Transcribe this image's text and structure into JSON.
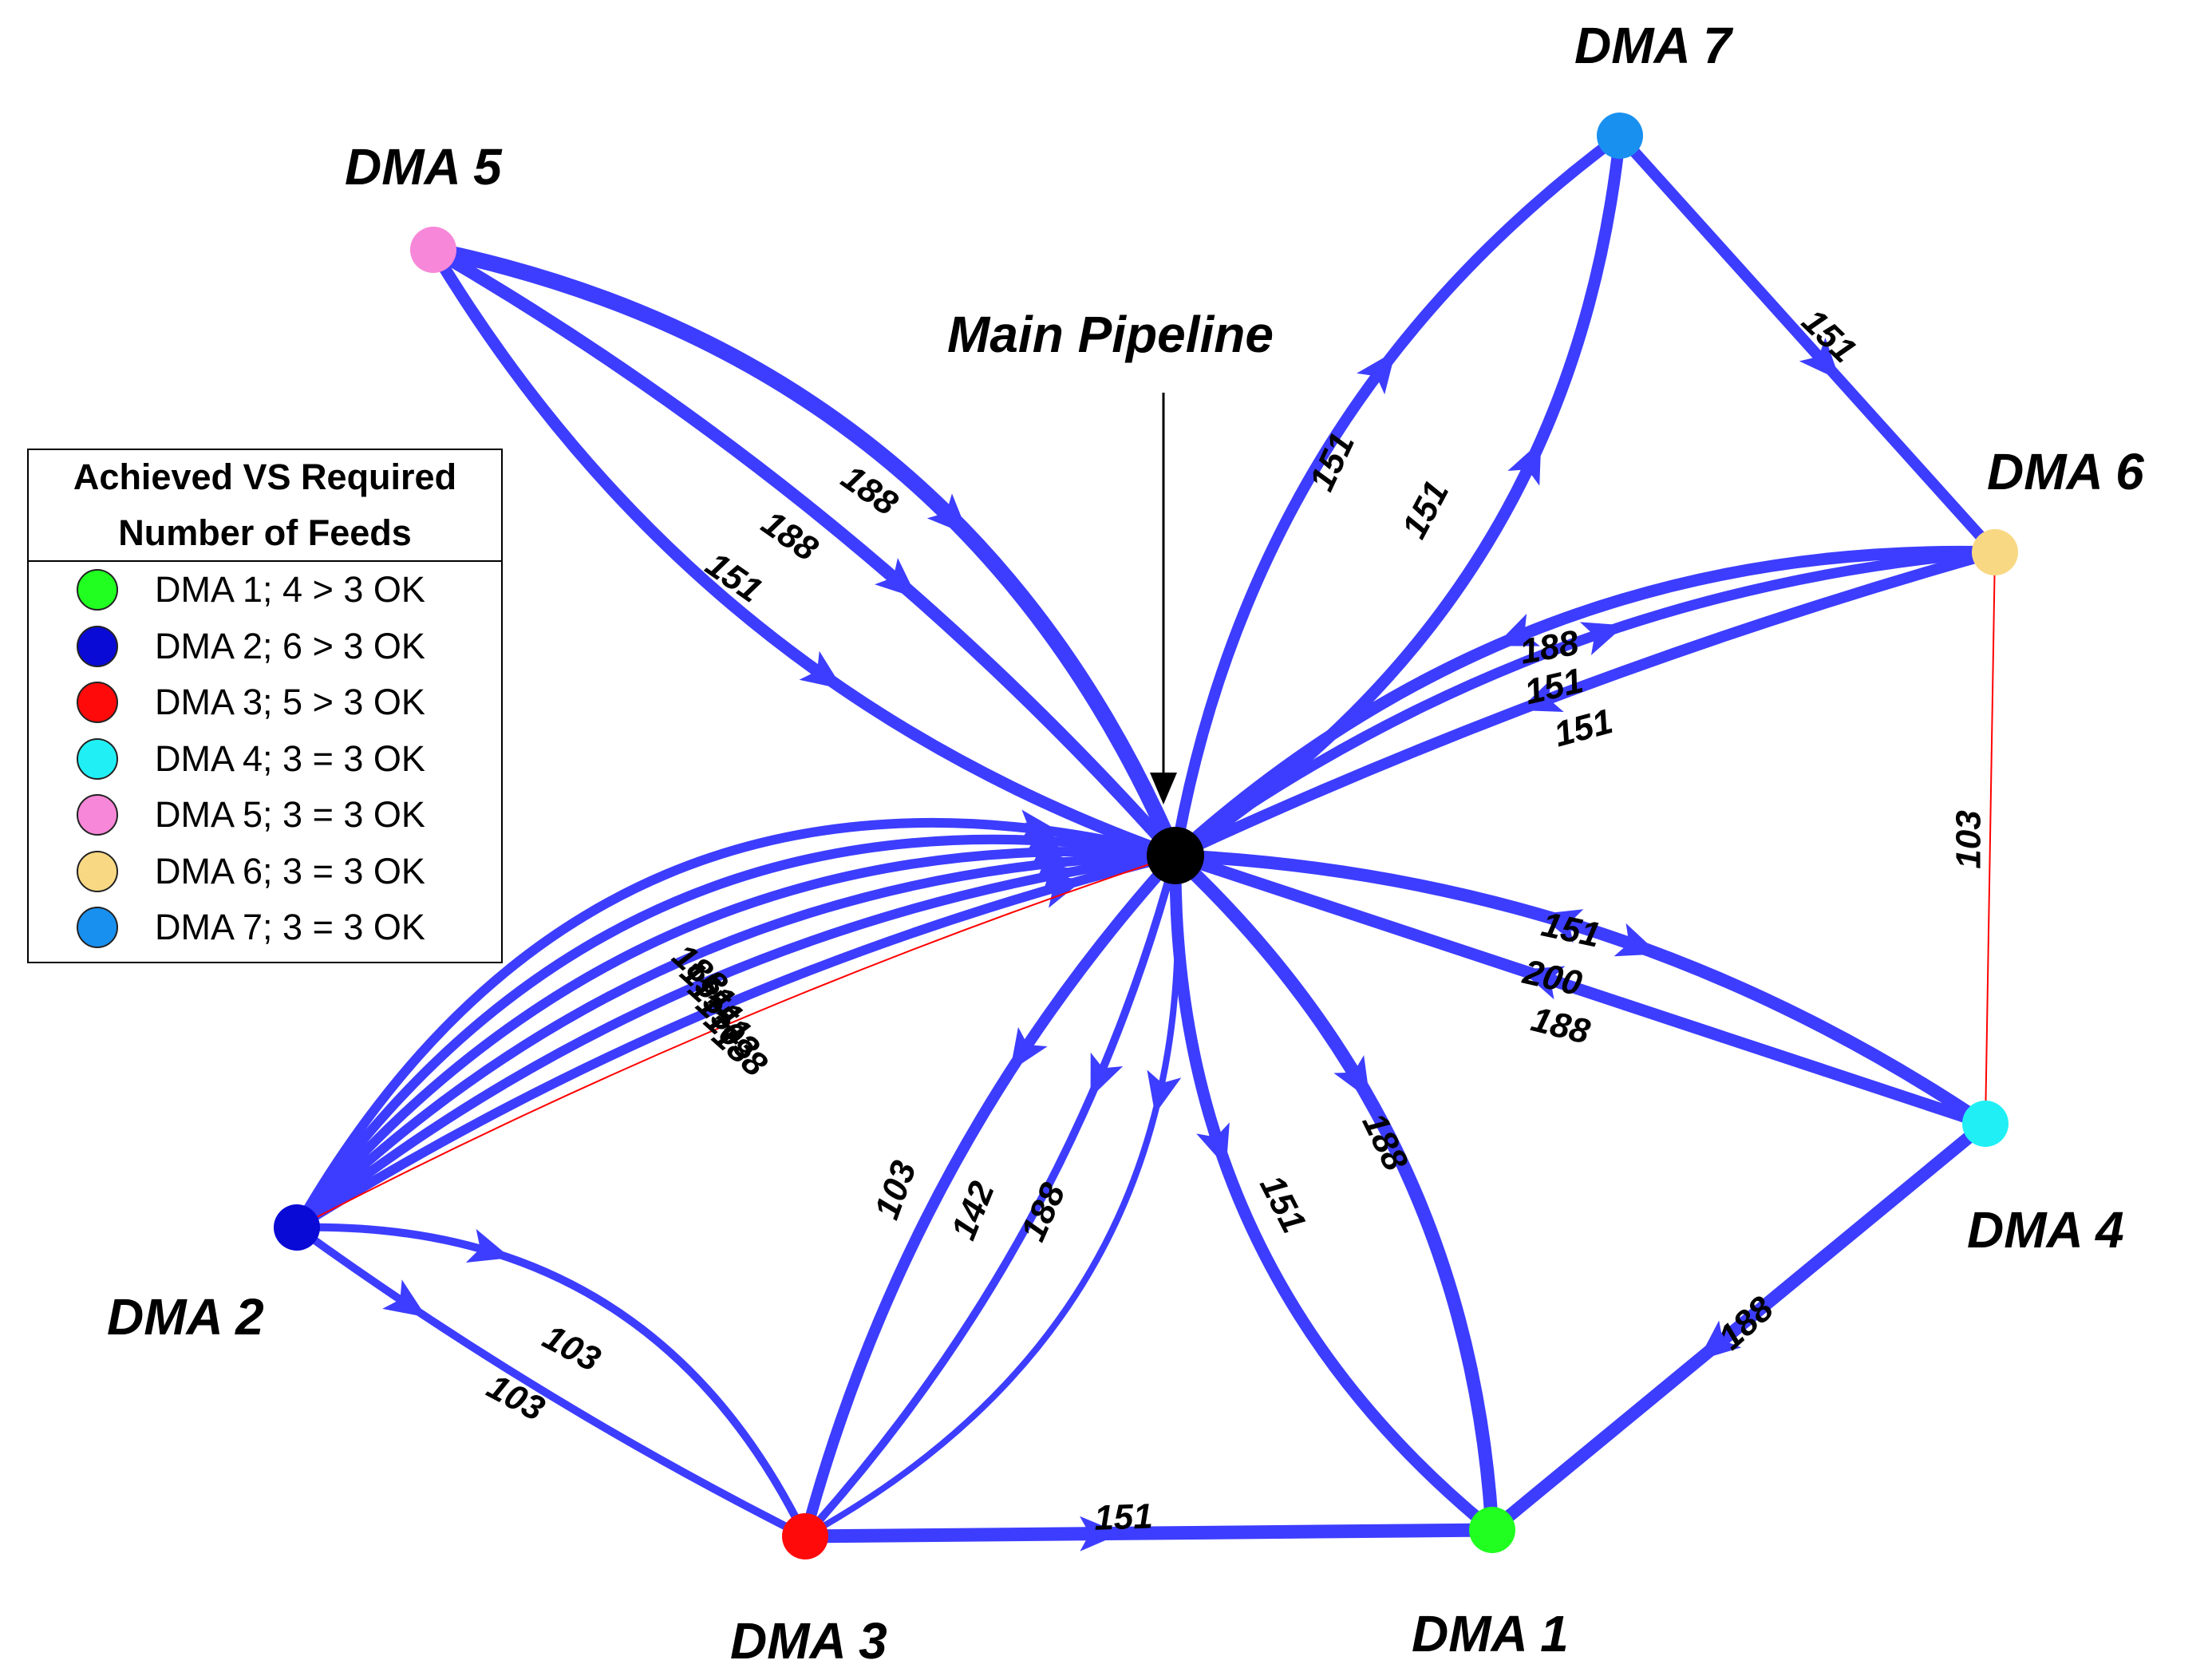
{
  "colors": {
    "edge": "#3d3dff",
    "edge_thin": "#ff0000",
    "pointer": "#000000"
  },
  "main": {
    "label": "Main Pipeline",
    "color": "#000000"
  },
  "nodes": [
    {
      "id": "dma1",
      "label": "DMA 1",
      "color": "#20ff20"
    },
    {
      "id": "dma2",
      "label": "DMA 2",
      "color": "#0a0ad6"
    },
    {
      "id": "dma3",
      "label": "DMA 3",
      "color": "#ff0a0a"
    },
    {
      "id": "dma4",
      "label": "DMA 4",
      "color": "#20f0f5"
    },
    {
      "id": "dma5",
      "label": "DMA 5",
      "color": "#f787d8"
    },
    {
      "id": "dma6",
      "label": "DMA 6",
      "color": "#f8d883"
    },
    {
      "id": "dma7",
      "label": "DMA 7",
      "color": "#1890f0"
    }
  ],
  "edges": [
    {
      "from": "dma5",
      "to": "main",
      "value": "188"
    },
    {
      "from": "dma5",
      "to": "main",
      "value": "188"
    },
    {
      "from": "dma5",
      "to": "main",
      "value": "151"
    },
    {
      "from": "main",
      "to": "dma7",
      "value": "151"
    },
    {
      "from": "main",
      "to": "dma7",
      "value": "151"
    },
    {
      "from": "dma7",
      "to": "dma6",
      "value": "151"
    },
    {
      "from": "dma6",
      "to": "main",
      "value": "188"
    },
    {
      "from": "dma6",
      "to": "main",
      "value": "151"
    },
    {
      "from": "main",
      "to": "dma6",
      "value": "151"
    },
    {
      "from": "dma6",
      "to": "dma4",
      "value": "103",
      "kind": "thin"
    },
    {
      "from": "dma4",
      "to": "main",
      "value": "151"
    },
    {
      "from": "dma4",
      "to": "main",
      "value": "200"
    },
    {
      "from": "main",
      "to": "dma4",
      "value": "188"
    },
    {
      "from": "dma4",
      "to": "dma1",
      "value": "188"
    },
    {
      "from": "main",
      "to": "dma1",
      "value": "151"
    },
    {
      "from": "main",
      "to": "dma1",
      "value": "188"
    },
    {
      "from": "dma3",
      "to": "dma1",
      "value": "151"
    },
    {
      "from": "main",
      "to": "dma3",
      "value": "103"
    },
    {
      "from": "main",
      "to": "dma3",
      "value": "142"
    },
    {
      "from": "main",
      "to": "dma3",
      "value": "188"
    },
    {
      "from": "dma2",
      "to": "dma3",
      "value": "103"
    },
    {
      "from": "dma2",
      "to": "dma3",
      "value": "103"
    },
    {
      "from": "dma2",
      "to": "main",
      "value": "188"
    },
    {
      "from": "dma2",
      "to": "main",
      "value": "151"
    },
    {
      "from": "dma2",
      "to": "main",
      "value": "151"
    },
    {
      "from": "dma2",
      "to": "main",
      "value": "151"
    },
    {
      "from": "dma2",
      "to": "main",
      "value": "103"
    },
    {
      "from": "dma2",
      "to": "main",
      "value": "188"
    },
    {
      "from": "dma2",
      "to": "main",
      "value": "",
      "kind": "thin"
    }
  ],
  "legend": {
    "title_line1": "Achieved VS Required",
    "title_line2": "Number of Feeds",
    "items": [
      {
        "label": "DMA 1; 4 > 3 OK",
        "color": "#20ff20"
      },
      {
        "label": "DMA 2; 6 > 3 OK",
        "color": "#0a0ad6"
      },
      {
        "label": "DMA 3; 5 > 3 OK",
        "color": "#ff0a0a"
      },
      {
        "label": "DMA 4; 3 = 3 OK",
        "color": "#20f0f5"
      },
      {
        "label": "DMA 5; 3 = 3 OK",
        "color": "#f787d8"
      },
      {
        "label": "DMA 6; 3 = 3 OK",
        "color": "#f8d883"
      },
      {
        "label": "DMA 7; 3 = 3 OK",
        "color": "#1890f0"
      }
    ]
  }
}
